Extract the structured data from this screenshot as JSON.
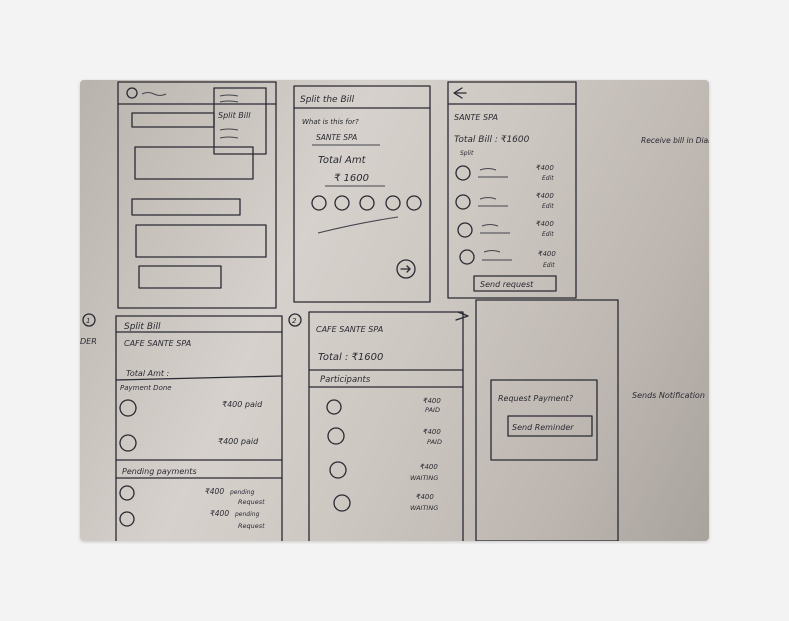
{
  "sketch": {
    "screen_a": {
      "menu_item": "Split Bill"
    },
    "screen_b": {
      "title": "Split the Bill",
      "question": "What is this for?",
      "answer": "SANTE SPA",
      "total_label": "Total Amt",
      "total_value": "₹ 1600"
    },
    "screen_c": {
      "title": "SANTE SPA",
      "total": "Total Bill : ₹1600",
      "split_label": "Split",
      "rows": [
        {
          "amount": "₹400",
          "action": "Edit"
        },
        {
          "amount": "₹400",
          "action": "Edit"
        },
        {
          "amount": "₹400",
          "action": "Edit"
        },
        {
          "amount": "₹400",
          "action": "Edit"
        }
      ],
      "button": "Send request"
    },
    "screen_d": {
      "number": "1",
      "title": "Split Bill",
      "subtitle": "CAFE SANTE SPA",
      "total_label": "Total Amt :",
      "received_label": "Payment Done",
      "paid_rows": [
        {
          "text": "₹400 paid"
        },
        {
          "text": "₹400 paid"
        }
      ],
      "pending_label": "Pending payments",
      "pending_rows": [
        {
          "amount": "₹400",
          "status": "pending",
          "action": "Request"
        },
        {
          "amount": "₹400",
          "status": "pending",
          "action": "Request"
        }
      ]
    },
    "screen_e": {
      "number": "2",
      "title": "CAFE SANTE SPA",
      "total": "Total : ₹1600",
      "section": "Participants",
      "rows": [
        {
          "amount": "₹400",
          "status": "PAID"
        },
        {
          "amount": "₹400",
          "status": "PAID"
        },
        {
          "amount": "₹400",
          "status": "WAITING"
        },
        {
          "amount": "₹400",
          "status": "WAITING"
        }
      ]
    },
    "screen_f": {
      "dialog_title": "Request Payment?",
      "dialog_button": "Send Reminder"
    },
    "margin_notes": {
      "left": "DER",
      "right_top": "Receive bill in Diary",
      "right_mid": "Sends Notification"
    }
  }
}
